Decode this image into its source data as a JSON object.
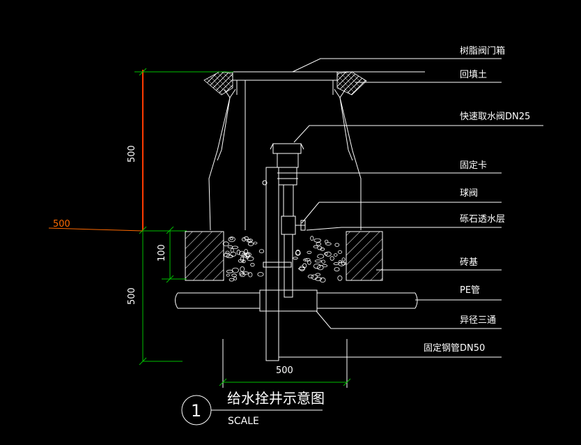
{
  "drawing": {
    "title": "给水拴井示意图",
    "scale_label": "SCALE",
    "detail_number": "1"
  },
  "labels": {
    "resin_box": "树脂阀门箱",
    "backfill": "回填土",
    "quick_valve": "快速取水阀DN25",
    "clamp": "固定卡",
    "ball_valve": "球阀",
    "gravel_layer": "砾石透水层",
    "brick_base": "砖基",
    "pe_pipe": "PE管",
    "reducing_tee": "异径三通",
    "steel_pipe": "固定钢管DN50"
  },
  "dimensions": {
    "upper_height": "500",
    "ground_offset": "500",
    "brick_height": "100",
    "lower_height": "500",
    "bottom_width": "500"
  },
  "colors": {
    "background": "#000000",
    "line": "#ffffff",
    "dim_green": "#00c000",
    "dim_orange": "#ff6a00",
    "dim_red": "#ff3b00"
  }
}
